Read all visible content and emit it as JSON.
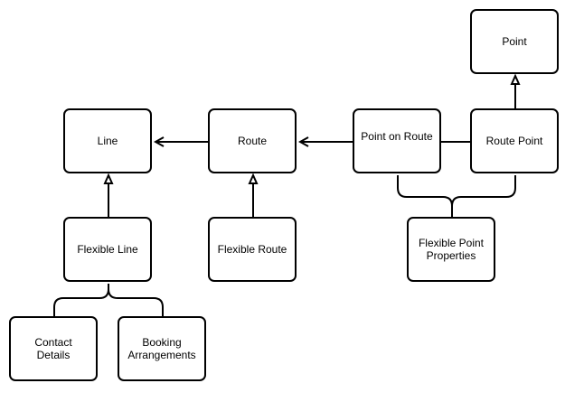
{
  "diagram": {
    "nodes": {
      "point": "Point",
      "line": "Line",
      "route": "Route",
      "point_on_route": "Point on Route",
      "route_point": "Route Point",
      "flexible_line": "Flexible Line",
      "flexible_route": "Flexible Route",
      "flexible_point_properties": "Flexible Point\nProperties",
      "contact_details": "Contact\nDetails",
      "booking_arrangements": "Booking\nArrangements"
    },
    "edges": [
      {
        "from": "route",
        "to": "line",
        "type": "association"
      },
      {
        "from": "point_on_route",
        "to": "route",
        "type": "association"
      },
      {
        "from": "route_point",
        "to": "point",
        "type": "generalization"
      },
      {
        "from": "flexible_line",
        "to": "line",
        "type": "generalization"
      },
      {
        "from": "flexible_route",
        "to": "route",
        "type": "generalization"
      },
      {
        "from": "flexible_point_properties",
        "to": "point_on_route",
        "type": "composition"
      },
      {
        "from": "flexible_point_properties",
        "to": "route_point",
        "type": "composition"
      },
      {
        "from": "contact_details",
        "to": "flexible_line",
        "type": "composition"
      },
      {
        "from": "booking_arrangements",
        "to": "flexible_line",
        "type": "composition"
      },
      {
        "from": "point_on_route",
        "to": "route_point",
        "type": "line"
      }
    ],
    "colors": {
      "stroke": "#000000",
      "fill": "#ffffff"
    }
  }
}
